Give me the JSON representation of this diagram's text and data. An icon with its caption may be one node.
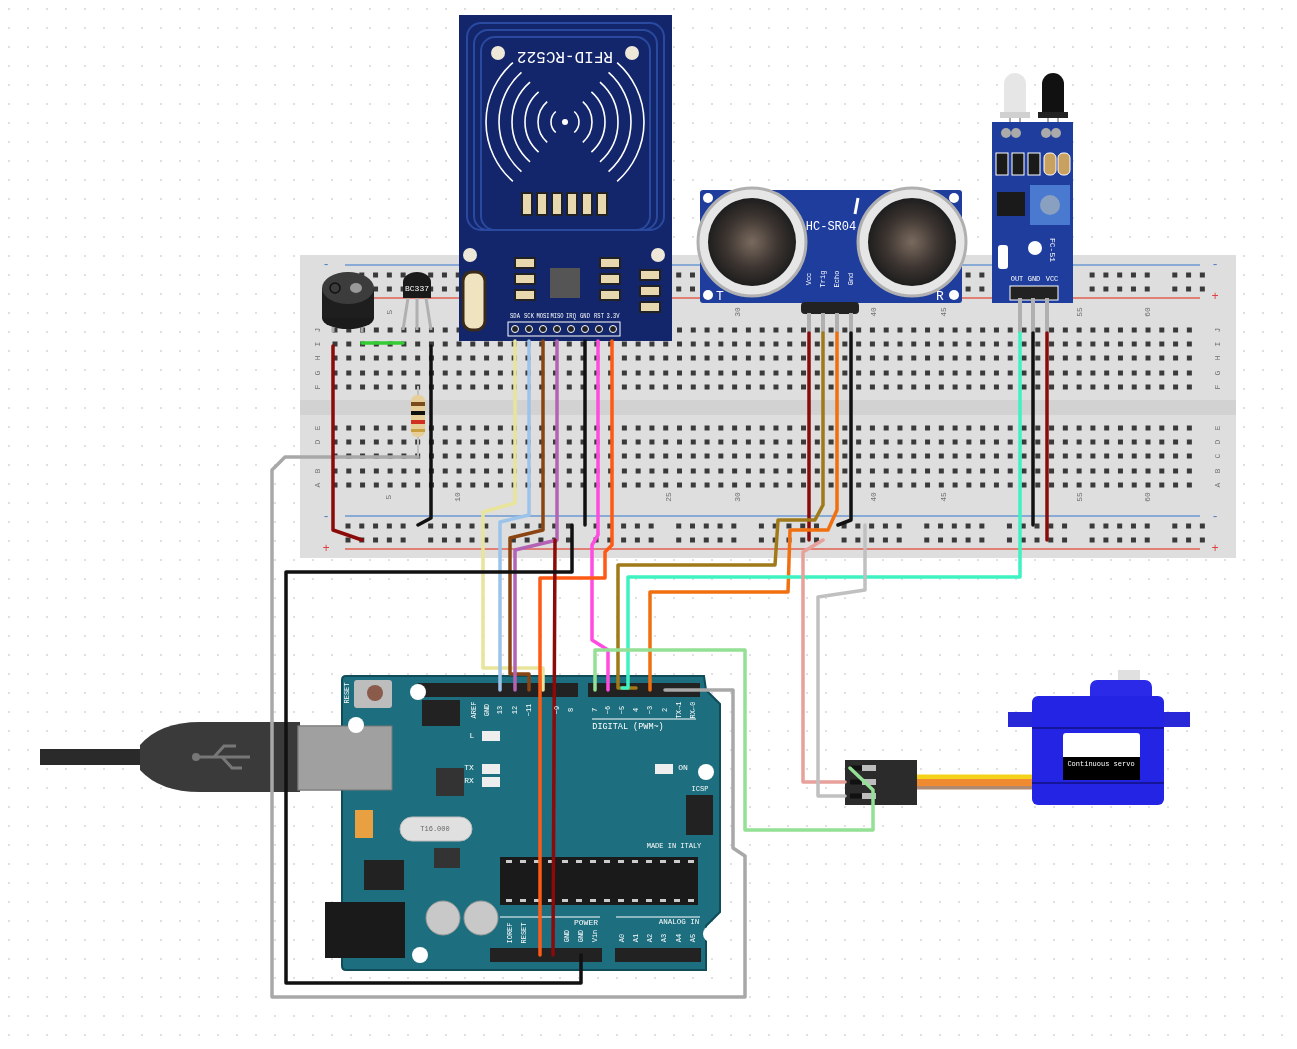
{
  "diagram": {
    "nodes": [
      {
        "text": [
          "-",
          "5",
          "30",
          "40",
          "45",
          "55",
          "60",
          "-",
          "+",
          "J",
          "I",
          "H",
          "G",
          "F",
          "J",
          "I",
          "H",
          "G",
          "F",
          "E",
          "D",
          "B",
          "A",
          "E",
          "D",
          "C",
          "B",
          "A",
          "5",
          "10",
          "25",
          "30",
          "40",
          "45",
          "55",
          "60",
          "-",
          "+",
          "-",
          "+"
        ]
      },
      {
        "text": [
          "RFID-RC522",
          "SDA",
          "SCK",
          "MOSI",
          "MISO",
          "IRQ",
          "GND",
          "RST",
          "3.3V"
        ]
      },
      {
        "text": [
          "HC-SR04",
          "T",
          "R",
          "Vcc",
          "Trig",
          "Echo",
          "Gnd"
        ]
      },
      {
        "text": [
          "FC-51",
          "OUT",
          "GND",
          "VCC"
        ]
      },
      {
        "text": [],
        "shape": "cylinder",
        "in": 0
      },
      {
        "text": [
          "BC337"
        ],
        "in": 0
      },
      {
        "text": [],
        "shape": "picture",
        "in": 0
      },
      {
        "text": [
          "RESET",
          "AREF",
          "GND",
          "13",
          "12",
          "~11",
          "~9",
          "8",
          "7",
          "~6",
          "~5",
          "4",
          "~3",
          "2",
          "TX→1",
          "RX←0",
          "DIGITAL (PWM~)",
          "L",
          "TX",
          "RX",
          "ON",
          "ICSP",
          "T16.000",
          "MADE IN ITALY",
          "POWER",
          "ANALOG IN",
          "IOREF",
          "RESET",
          "GND",
          "GND",
          "Vin",
          "A0",
          "A1",
          "A2",
          "A3",
          "A4",
          "A5"
        ]
      },
      {
        "text": [],
        "shape": "box"
      },
      {
        "text": [
          "Continuous servo"
        ]
      }
    ],
    "edges": [
      {
        "from": 1,
        "to": 7,
        "arrow": "none",
        "color": "#e8e49a"
      },
      {
        "from": 1,
        "to": 7,
        "arrow": "none",
        "color": "#9cc3ea"
      },
      {
        "from": 1,
        "to": 7,
        "arrow": "none",
        "color": "#8b4513"
      },
      {
        "from": 1,
        "to": 7,
        "arrow": "none",
        "color": "#b463b4"
      },
      {
        "from": 1,
        "to": 0,
        "arrow": "none",
        "color": "#111111"
      },
      {
        "from": 1,
        "to": 7,
        "arrow": "none",
        "color": "#ff4be0"
      },
      {
        "from": 1,
        "to": 7,
        "arrow": "none",
        "color": "#ff5a14"
      },
      {
        "from": 0,
        "to": 7,
        "arrow": "none",
        "color": "#8b0a0a"
      },
      {
        "from": 0,
        "to": 7,
        "arrow": "none",
        "color": "#111111"
      },
      {
        "from": 2,
        "to": 0,
        "arrow": "none",
        "color": "#8b0a0a"
      },
      {
        "from": 2,
        "to": 7,
        "arrow": "none",
        "color": "#a07a18"
      },
      {
        "from": 2,
        "to": 7,
        "arrow": "none",
        "color": "#f07010"
      },
      {
        "from": 2,
        "to": 0,
        "arrow": "none",
        "color": "#111111"
      },
      {
        "from": 3,
        "to": 7,
        "arrow": "none",
        "color": "#3ef2c2"
      },
      {
        "from": 3,
        "to": 0,
        "arrow": "none",
        "color": "#111111"
      },
      {
        "from": 3,
        "to": 0,
        "arrow": "none",
        "color": "#8b0a0a"
      },
      {
        "from": 0,
        "to": 8,
        "arrow": "none",
        "color": "#e8a09a"
      },
      {
        "from": 0,
        "to": 8,
        "arrow": "none",
        "color": "#c0c0c0"
      },
      {
        "from": 7,
        "to": 8,
        "arrow": "none",
        "color": "#94e094"
      },
      {
        "from": 6,
        "to": 7,
        "arrow": "none",
        "color": "#a8a8a8"
      },
      {
        "from": 4,
        "to": 0,
        "arrow": "none",
        "color": "#8b0a0a"
      },
      {
        "from": 4,
        "to": 5,
        "arrow": "none",
        "color": "#33cc33"
      },
      {
        "from": 5,
        "to": 0,
        "arrow": "none",
        "color": "#111111"
      },
      {
        "from": 8,
        "to": 9,
        "arrow": "none",
        "style": "thick"
      }
    ]
  }
}
